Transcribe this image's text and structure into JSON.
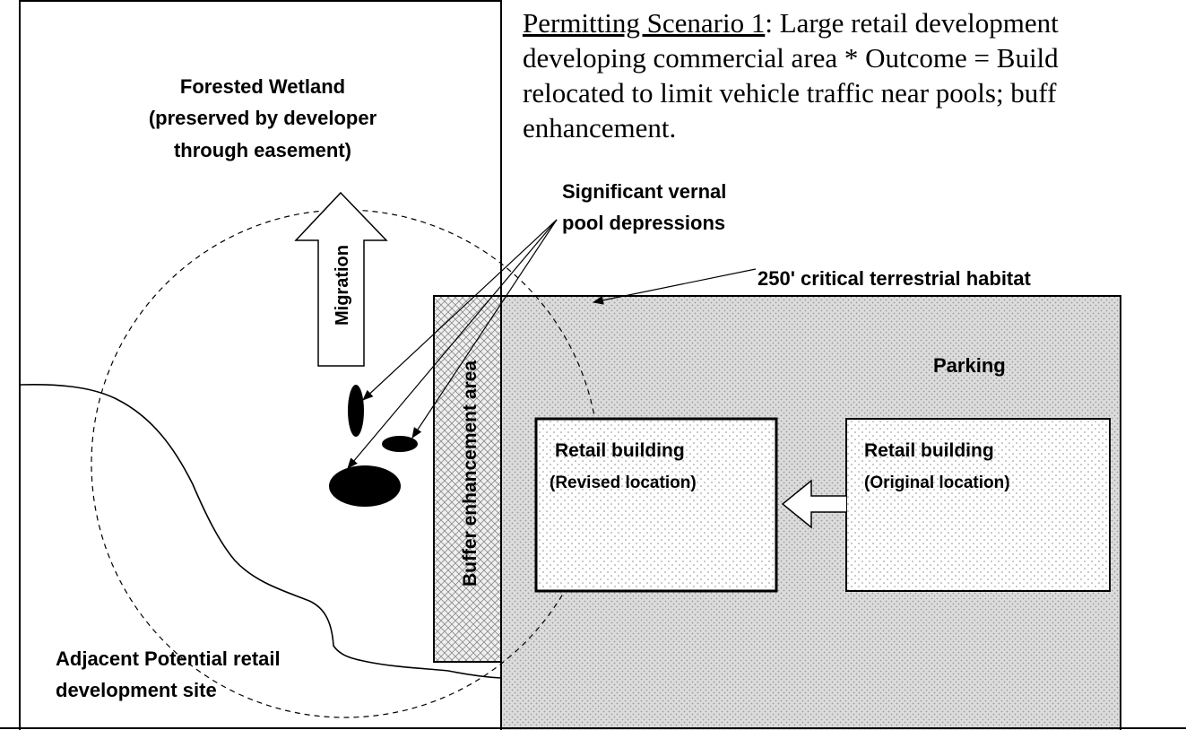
{
  "heading": {
    "scenario_title": "Permitting Scenario 1",
    "line1_rest": ": Large retail development",
    "line2": "developing commercial area * Outcome = Build",
    "line3": "relocated to limit vehicle traffic near pools; buff",
    "line4": "enhancement."
  },
  "labels": {
    "forested_wetland_1": "Forested Wetland",
    "forested_wetland_2": "(preserved by developer",
    "forested_wetland_3": "through easement)",
    "migration": "Migration",
    "vernal_pools_1": "Significant vernal",
    "vernal_pools_2": "pool depressions",
    "critical_habitat": "250' critical terrestrial habitat",
    "buffer_area": "Buffer enhancement area",
    "parking": "Parking",
    "revised_building_1": "Retail building",
    "revised_building_2": "(Revised location)",
    "original_building_1": "Retail building",
    "original_building_2": "(Original location)",
    "adjacent_site_1": "Adjacent Potential retail",
    "adjacent_site_2": "development site"
  },
  "colors": {
    "parking_fill": "#d9d9d9",
    "buffer_fill": "#e6e6e6",
    "ink": "#000000",
    "building_fill": "#f5f5f5"
  }
}
